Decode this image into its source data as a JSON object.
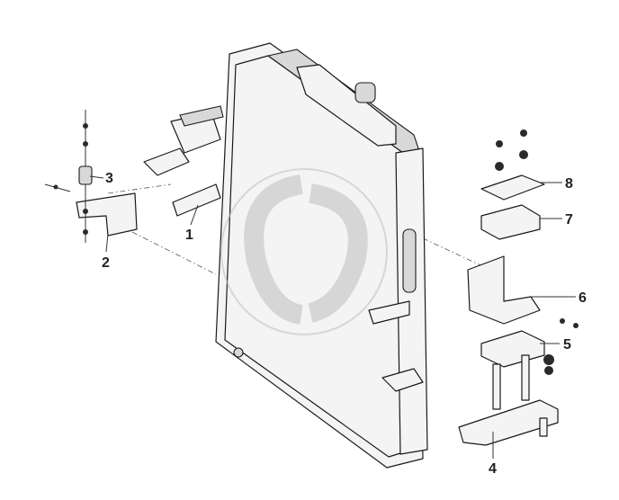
{
  "callouts": [
    {
      "id": "1",
      "label": "1"
    },
    {
      "id": "2",
      "label": "2"
    },
    {
      "id": "3",
      "label": "3"
    },
    {
      "id": "4",
      "label": "4"
    },
    {
      "id": "5",
      "label": "5"
    },
    {
      "id": "6",
      "label": "6"
    },
    {
      "id": "7",
      "label": "7"
    },
    {
      "id": "8",
      "label": "8"
    }
  ],
  "watermark": {
    "text": "GD"
  },
  "colors": {
    "line": "#1a1a1a",
    "fill": "#f4f4f4",
    "background": "#ffffff",
    "watermark": "#bfbfbf"
  }
}
